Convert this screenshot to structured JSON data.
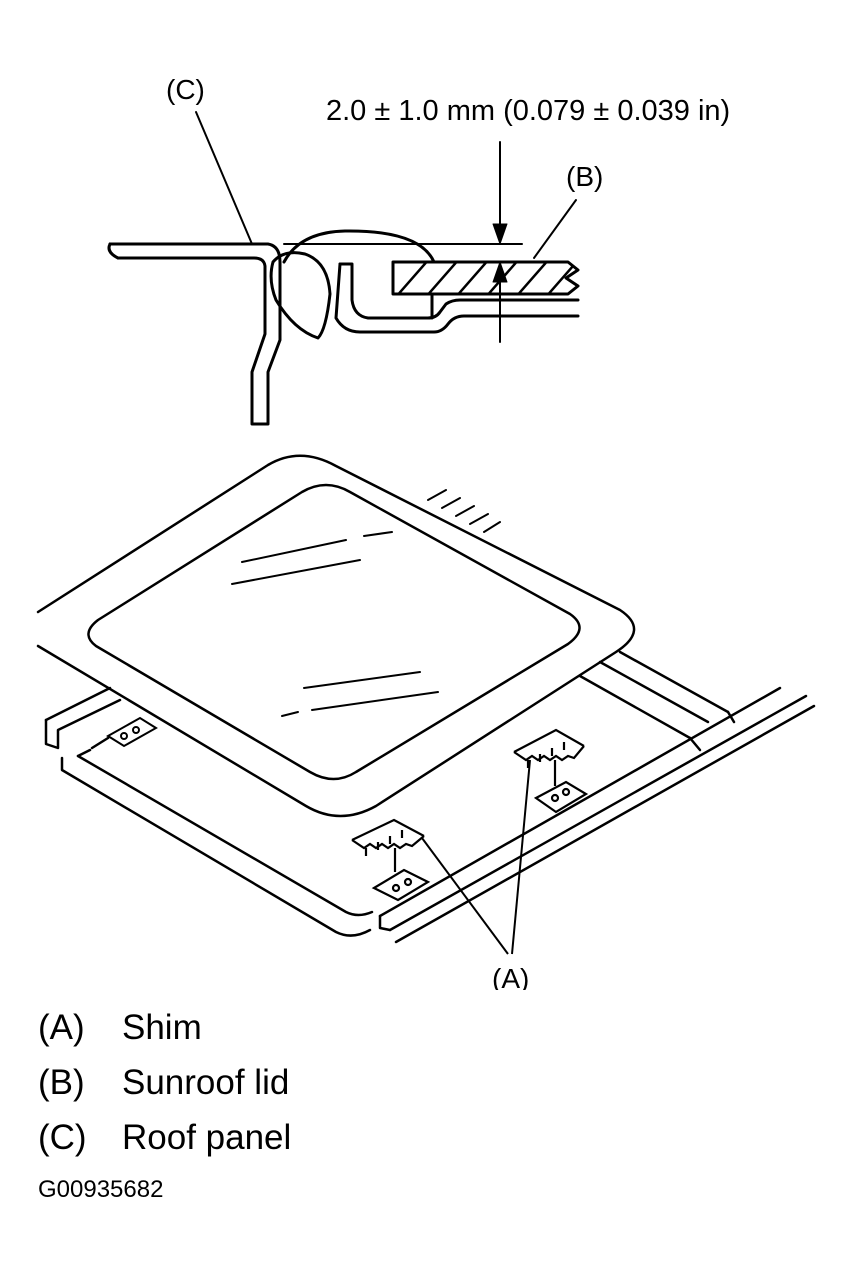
{
  "callouts": {
    "c": "(C)",
    "b": "(B)",
    "a": "(A)",
    "dimension": "2.0 ± 1.0 mm (0.079 ± 0.039 in)"
  },
  "legend": [
    {
      "key": "(A)",
      "label": "Shim"
    },
    {
      "key": "(B)",
      "label": "Sunroof lid"
    },
    {
      "key": "(C)",
      "label": "Roof panel"
    }
  ],
  "figure_id": "G00935682"
}
